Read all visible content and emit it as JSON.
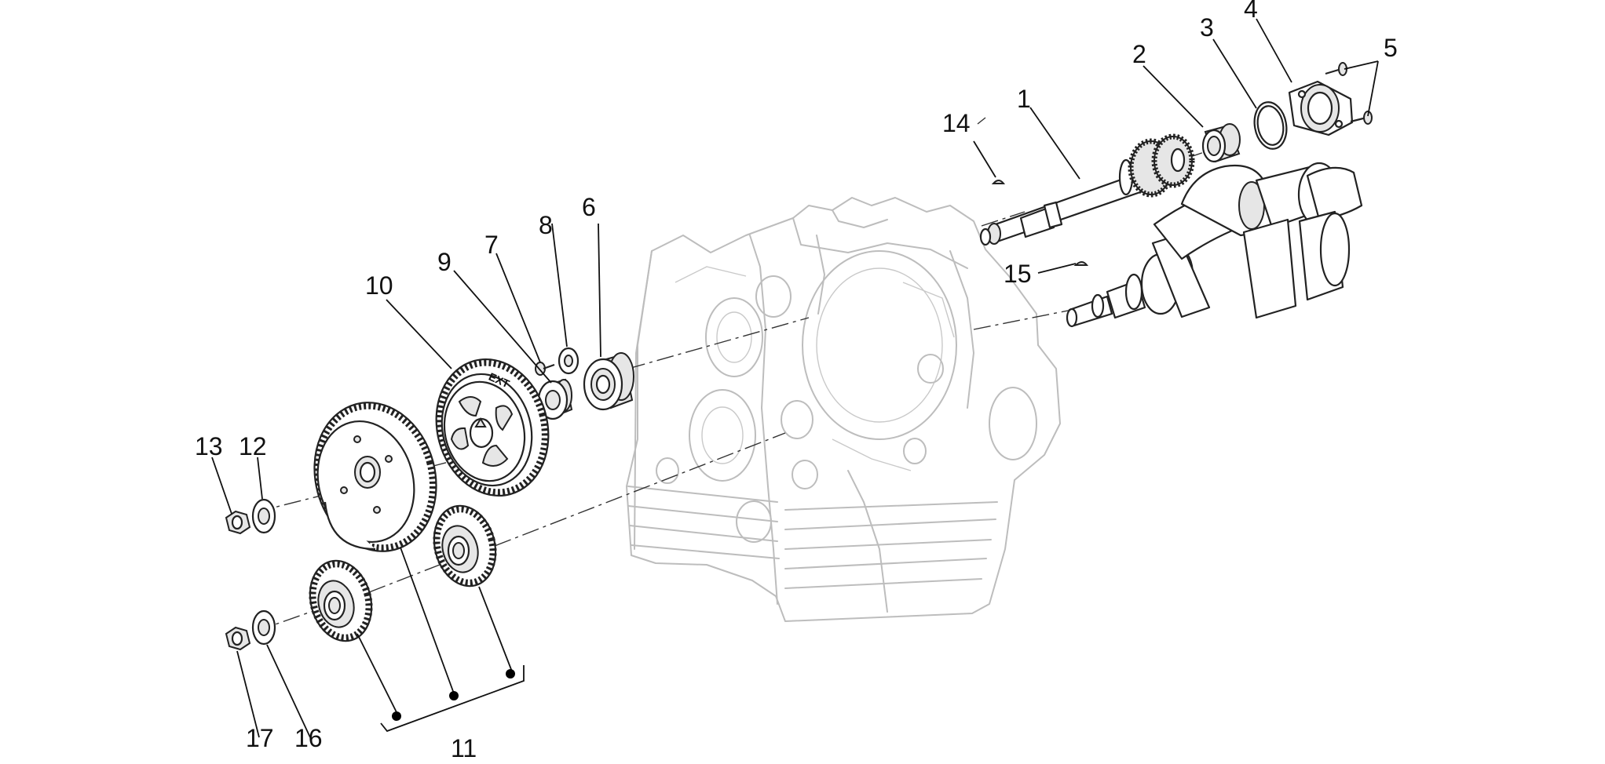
{
  "callouts": {
    "c1": "1",
    "c2": "2",
    "c3": "3",
    "c4": "4",
    "c5": "5",
    "c6": "6",
    "c7": "7",
    "c8": "8",
    "c9": "9",
    "c10": "10",
    "c11": "11",
    "c12": "12",
    "c13": "13",
    "c14": "14",
    "c15": "15",
    "c16": "16",
    "c17": "17"
  },
  "gear_marking": "EXT"
}
